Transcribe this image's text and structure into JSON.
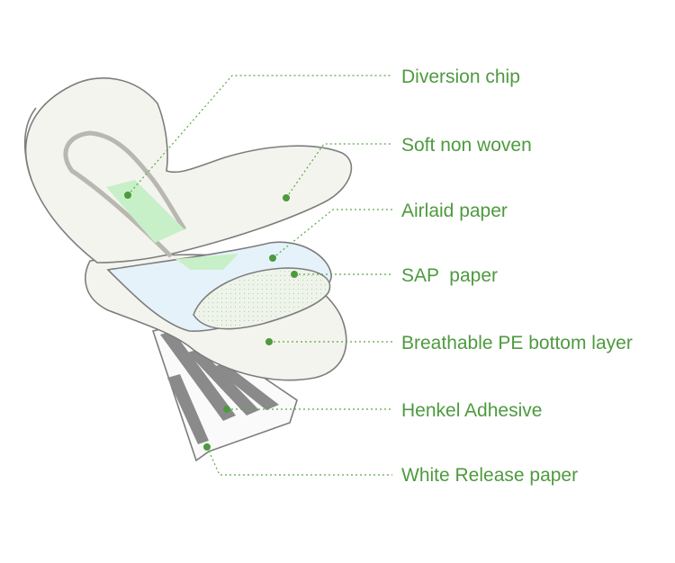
{
  "diagram": {
    "labels": [
      "Diversion chip",
      "Soft non woven",
      "Airlaid paper",
      "SAP  paper",
      "Breathable PE bottom layer",
      "Henkel Adhesive",
      "White Release paper"
    ]
  },
  "colors": {
    "label_text": "#4e9a3f",
    "leader_line": "#5aa64a",
    "pad_fill": "#f4f4ee",
    "outline": "#7d7d7d",
    "chip_green": "#c8f0c8",
    "airlaid_blue": "#e6f2fa",
    "sap_fill": "#eef4ea",
    "adhesive_gray": "#8a8a8a"
  }
}
